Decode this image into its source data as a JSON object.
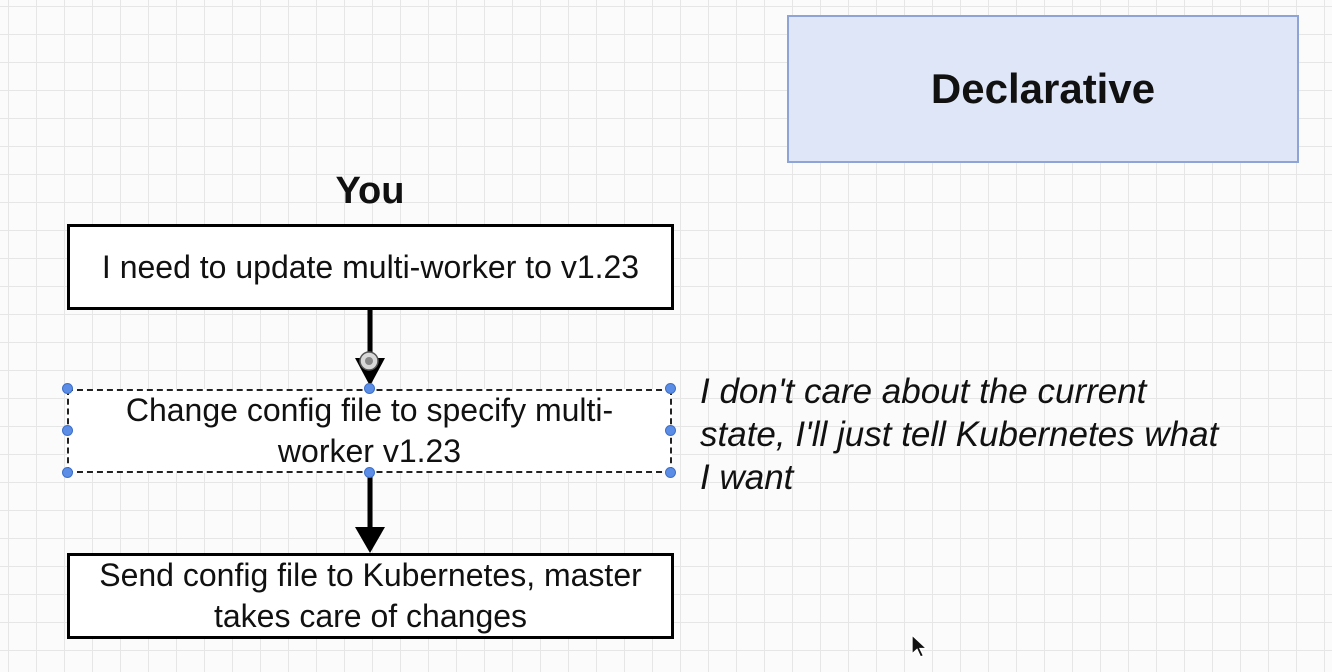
{
  "diagram": {
    "title": "Declarative",
    "actor_label": "You",
    "steps": [
      {
        "text": "I need to update multi-worker to v1.23"
      },
      {
        "text": "Change config file to specify multi-worker v1.23"
      },
      {
        "text": "Send config file to Kubernetes, master takes care of changes"
      }
    ],
    "note": "I don't care about the current state, I'll just tell Kubernetes what I want"
  },
  "colors": {
    "title_fill": "#dfe6f8",
    "title_border": "#8ea3d6",
    "selection_handle": "#5b8de6",
    "arrow": "#000000"
  },
  "icons": [
    "connection-point-icon",
    "mouse-cursor-icon"
  ]
}
